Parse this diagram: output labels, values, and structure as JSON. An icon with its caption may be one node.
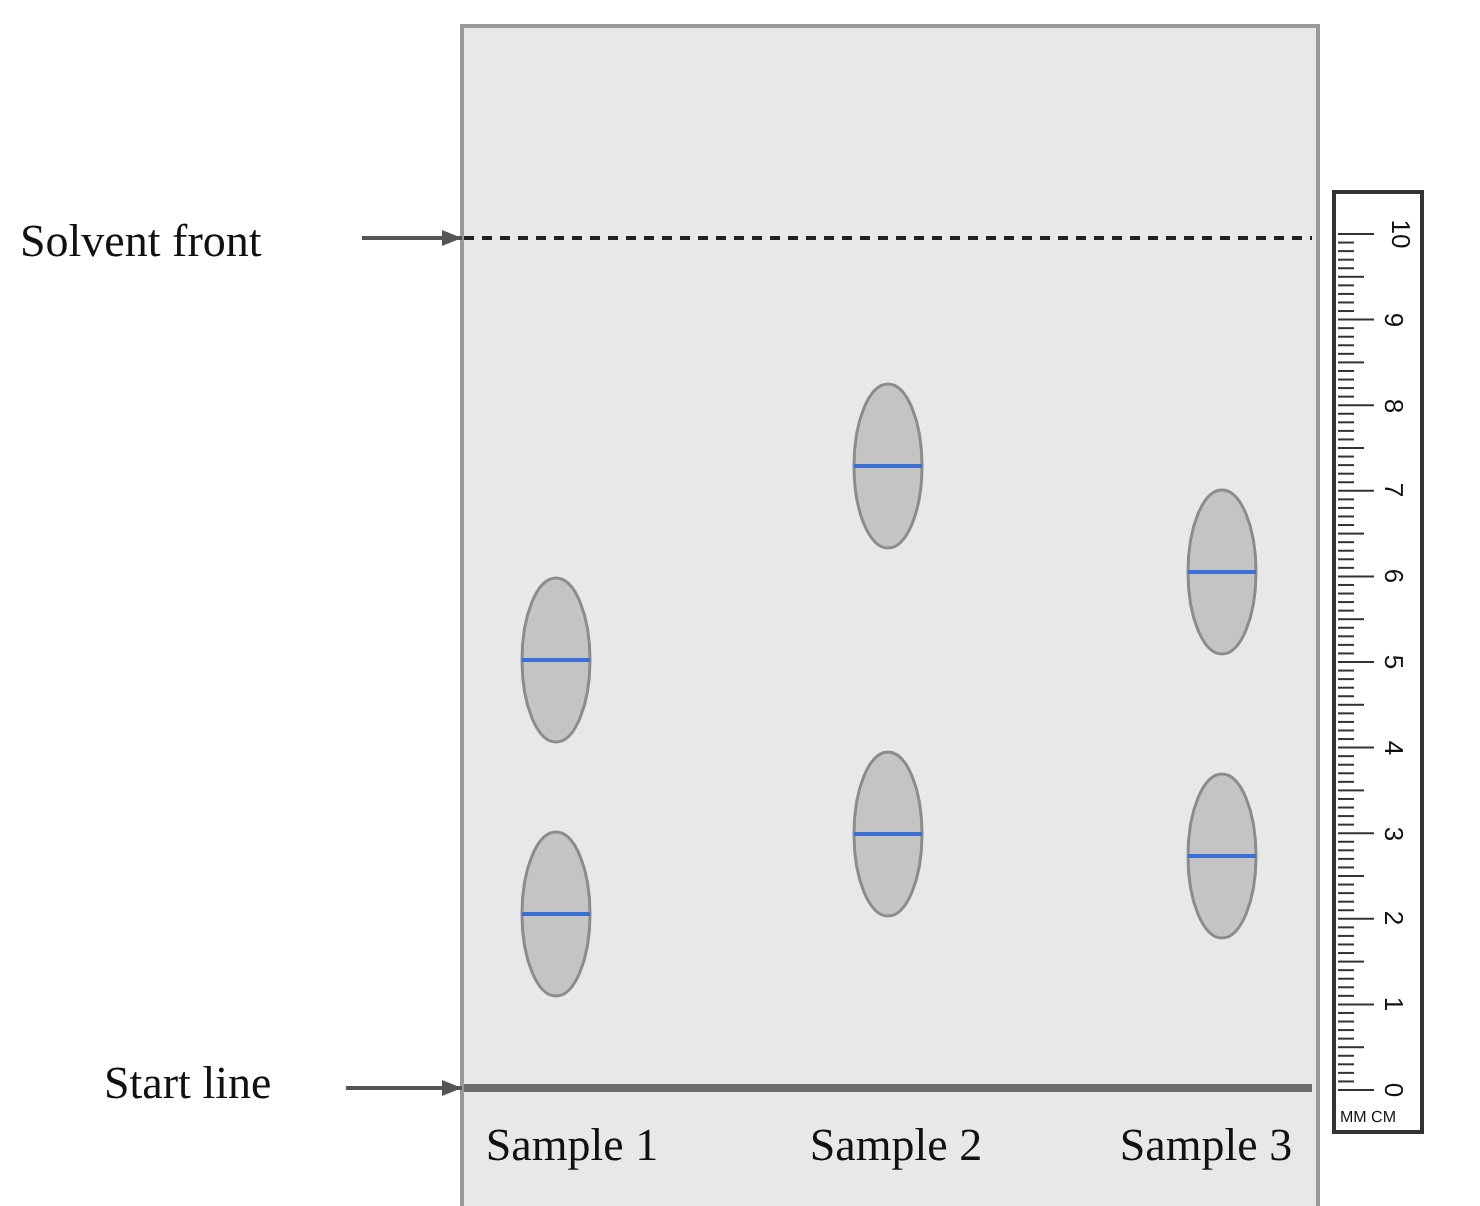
{
  "diagram": {
    "nodes": [
      {
        "text": [
          "Solvent front"
        ]
      },
      {
        "text": [],
        "shape": "line"
      },
      {
        "text": [
          "Start line"
        ]
      },
      {
        "text": [],
        "shape": "line"
      }
    ],
    "edges": [
      {
        "from": 0,
        "to": 1,
        "arrow": "to"
      },
      {
        "from": 2,
        "to": 3,
        "arrow": "to"
      }
    ],
    "labels": [
      "10",
      "9",
      "8",
      "7",
      "6",
      "5",
      "4",
      "3",
      "2",
      "1",
      "0",
      "MM CM",
      "Sample 1",
      "Sample 2",
      "Sample 3"
    ]
  }
}
